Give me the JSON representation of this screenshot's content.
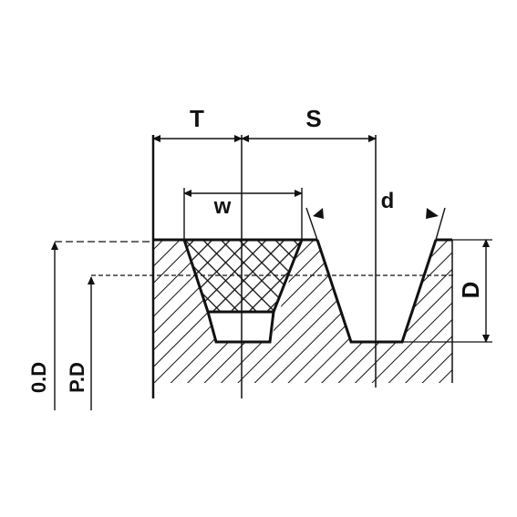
{
  "labels": {
    "T": "T",
    "S": "S",
    "w": "w",
    "d": "d",
    "D": "D",
    "OD": "0.D",
    "PD": "P.D"
  },
  "colors": {
    "ink": "#111111",
    "background": "#ffffff"
  }
}
